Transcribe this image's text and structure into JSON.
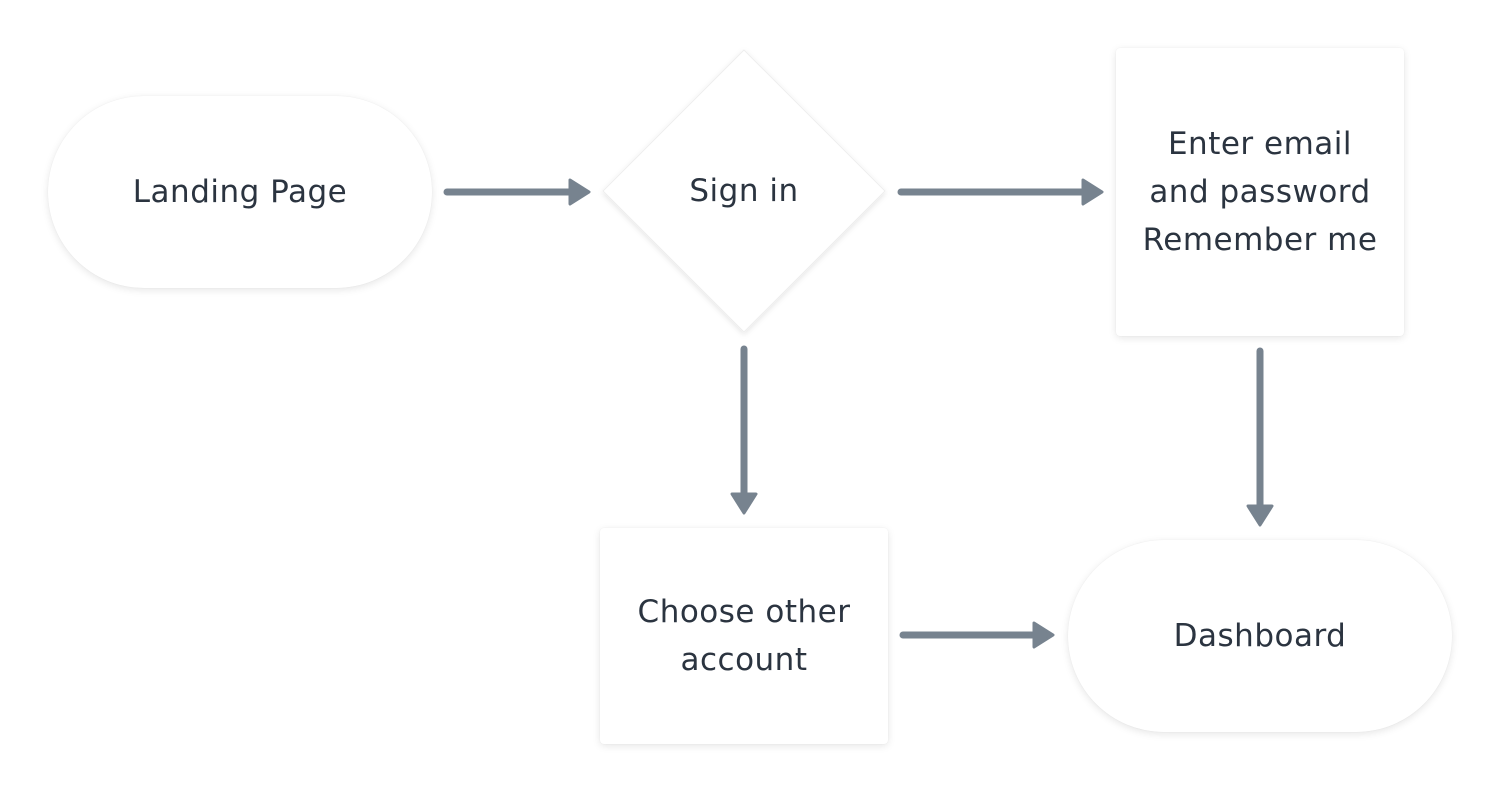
{
  "nodes": {
    "landing": {
      "label": "Landing Page"
    },
    "signin": {
      "label": "Sign in"
    },
    "credentials": {
      "lines": [
        "Enter email",
        "and password",
        "Remember me"
      ]
    },
    "choose_account": {
      "lines": [
        "Choose other",
        "account"
      ]
    },
    "dashboard": {
      "label": "Dashboard"
    }
  },
  "colors": {
    "connector": "#77838f",
    "text": "#2b3440",
    "node_fill": "#ffffff"
  }
}
